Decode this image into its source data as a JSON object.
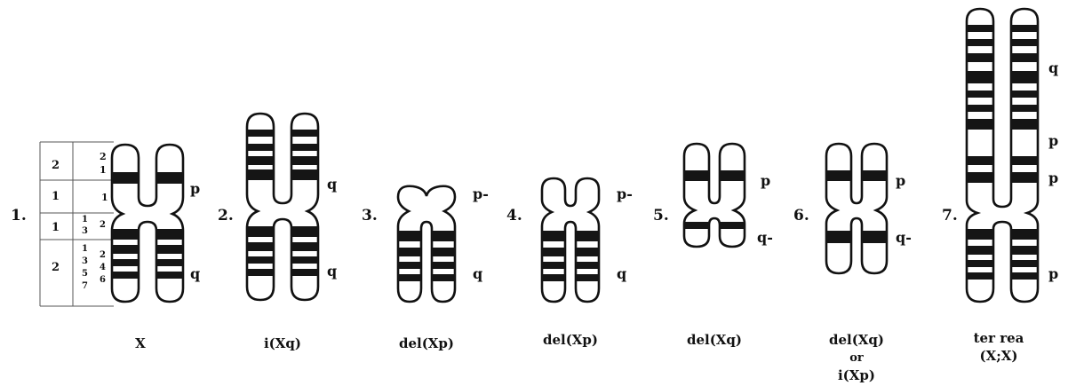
{
  "ideogram": {
    "regions": [
      "2",
      "1",
      "1",
      "2"
    ],
    "bands_upper": [
      "2",
      "1",
      "1"
    ],
    "band_col_left": [
      "1",
      "3",
      "1",
      "3",
      "5",
      "7"
    ],
    "band_col_right": [
      "2",
      "2",
      "4",
      "6"
    ]
  },
  "panels": [
    {
      "number": "1.",
      "caption": [
        "X"
      ],
      "arm_labels": [
        "p",
        "q"
      ]
    },
    {
      "number": "2.",
      "caption": [
        "i(Xq)"
      ],
      "arm_labels": [
        "q",
        "q"
      ]
    },
    {
      "number": "3.",
      "caption": [
        "del(Xp)"
      ],
      "arm_labels": [
        "p-",
        "q"
      ]
    },
    {
      "number": "4.",
      "caption": [
        "del(Xp)"
      ],
      "arm_labels": [
        "p-",
        "q"
      ]
    },
    {
      "number": "5.",
      "caption": [
        "del(Xq)"
      ],
      "arm_labels": [
        "p",
        "q-"
      ]
    },
    {
      "number": "6.",
      "caption": [
        "del(Xq)",
        "or",
        "i(Xp)"
      ],
      "arm_labels": [
        "p",
        "q-"
      ]
    },
    {
      "number": "7.",
      "caption": [
        "ter rea",
        "(X;X)"
      ],
      "arm_labels": [
        "q",
        "p",
        "p",
        "p"
      ]
    }
  ]
}
